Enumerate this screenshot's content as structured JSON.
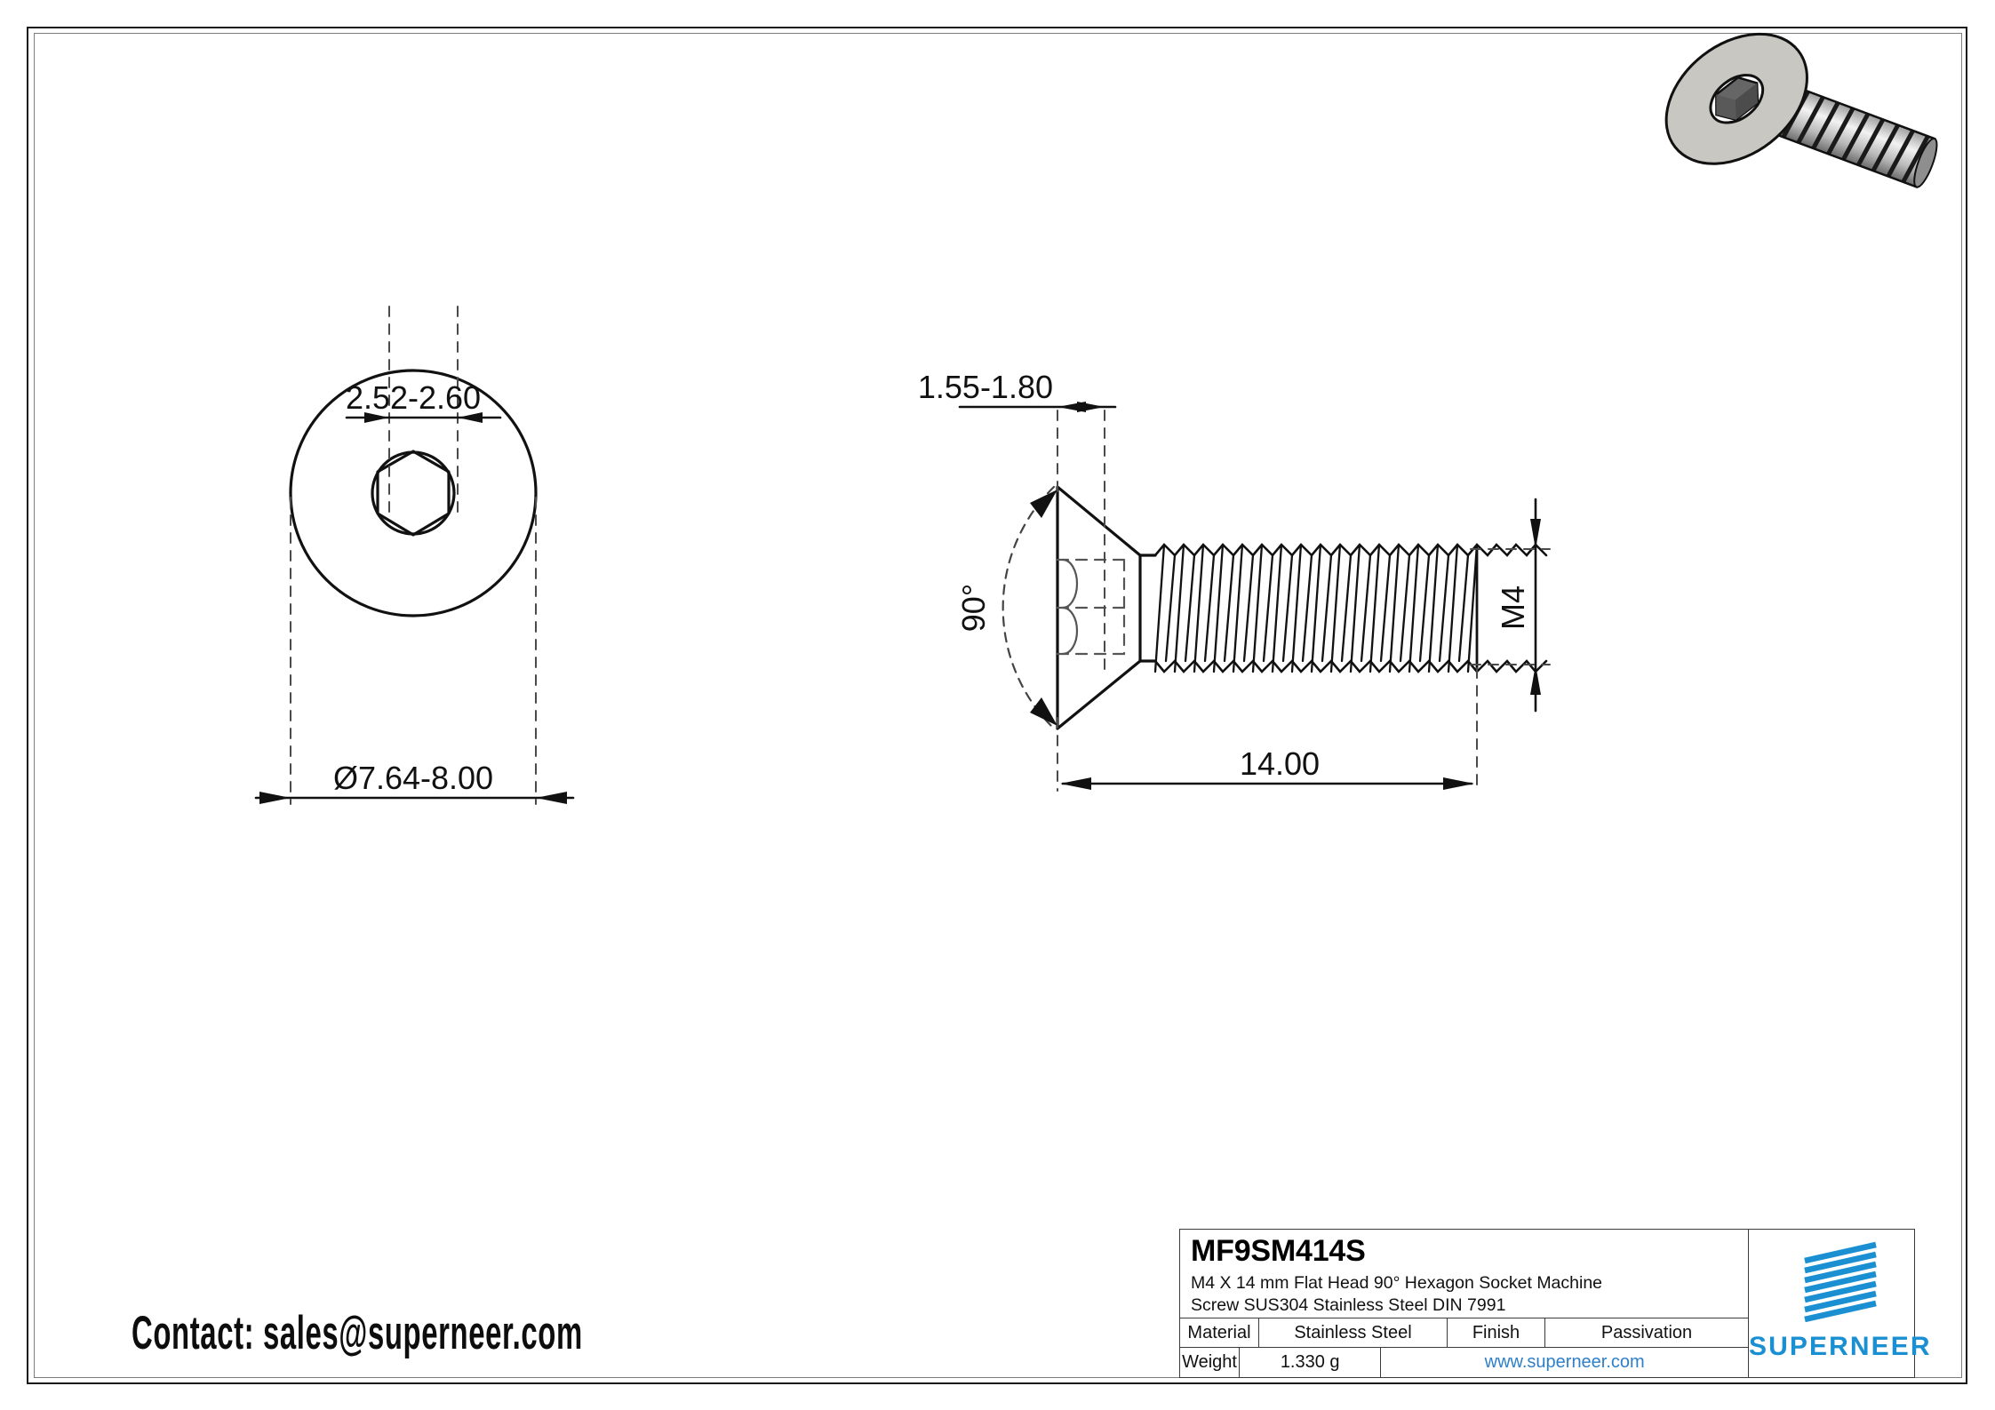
{
  "sheet": {
    "contact_text": "Contact: sales@superneer.com"
  },
  "thumbnail": {
    "alt": "3d-render-flat-head-socket-screw"
  },
  "views": {
    "front": {
      "name": "front-view-screw-head",
      "dim_socket": "2.52-2.60",
      "dim_head_diameter": "Ø7.64-8.00"
    },
    "side": {
      "name": "side-view-screw",
      "dim_head_height": "1.55-1.80",
      "dim_angle": "90°",
      "dim_thread_size": "M4",
      "dim_length": "14.00"
    }
  },
  "title_block": {
    "part_code": "MF9SM414S",
    "description_line1": "M4 X 14 mm  Flat Head 90° Hexagon Socket Machine",
    "description_line2": "Screw SUS304 Stainless Steel DIN 7991",
    "material_label": "Material",
    "material_value": "Stainless Steel",
    "finish_label": "Finish",
    "finish_value": "Passivation",
    "weight_label": "Weight",
    "weight_value": "1.330 g",
    "website": "www.superneer.com",
    "brand": "SUPERNEER"
  },
  "colors": {
    "brand_blue": "#1a8fd1",
    "link_blue": "#2e7fc8",
    "line_black": "#111111",
    "frame_grey": "#7d7d7d"
  }
}
